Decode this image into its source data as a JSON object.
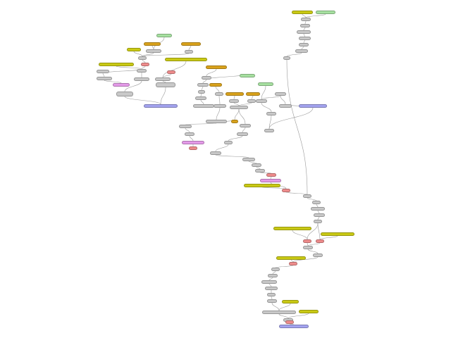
{
  "colors": {
    "gray": "#c8c8c8",
    "yellow": "#c9c914",
    "orange": "#d9a21c",
    "green": "#a6e0a0",
    "red": "#ee8c8c",
    "pink": "#e49ae8",
    "violet": "#a3a3ef"
  },
  "graph": {
    "nodes": [
      {
        "id": "n1",
        "color": "yellow",
        "label": ""
      },
      {
        "id": "n2",
        "color": "green",
        "label": ""
      },
      {
        "id": "n3",
        "color": "gray",
        "label": ""
      },
      {
        "id": "n4",
        "color": "gray",
        "label": ""
      },
      {
        "id": "n5",
        "color": "gray",
        "label": ""
      },
      {
        "id": "n6",
        "color": "gray",
        "label": ""
      },
      {
        "id": "n7",
        "color": "gray",
        "label": ""
      },
      {
        "id": "n8",
        "color": "gray",
        "label": ""
      },
      {
        "id": "n9",
        "color": "gray",
        "label": ""
      },
      {
        "id": "n10",
        "color": "green",
        "label": ""
      },
      {
        "id": "n11",
        "color": "orange",
        "label": ""
      },
      {
        "id": "n12",
        "color": "orange",
        "label": ""
      },
      {
        "id": "n13",
        "color": "yellow",
        "label": ""
      },
      {
        "id": "n14",
        "color": "gray",
        "label": ""
      },
      {
        "id": "n15",
        "color": "gray",
        "label": ""
      },
      {
        "id": "n16",
        "color": "gray",
        "label": ""
      },
      {
        "id": "n17",
        "color": "yellow",
        "label": ""
      },
      {
        "id": "n18",
        "color": "red",
        "label": ""
      },
      {
        "id": "n19",
        "color": "gray",
        "label": ""
      },
      {
        "id": "n20",
        "color": "gray",
        "label": ""
      },
      {
        "id": "n21",
        "color": "gray",
        "label": ""
      },
      {
        "id": "n22",
        "color": "pink",
        "label": ""
      },
      {
        "id": "n23",
        "color": "gray",
        "label": ""
      },
      {
        "id": "n24",
        "color": "gray",
        "label": ""
      },
      {
        "id": "n25",
        "color": "violet",
        "label": ""
      },
      {
        "id": "n26",
        "color": "yellow",
        "label": ""
      },
      {
        "id": "n27",
        "color": "red",
        "label": ""
      },
      {
        "id": "n28",
        "color": "gray",
        "label": ""
      },
      {
        "id": "n29",
        "color": "gray",
        "label": ""
      },
      {
        "id": "n30",
        "color": "green",
        "label": ""
      },
      {
        "id": "n31",
        "color": "orange",
        "label": ""
      },
      {
        "id": "n32",
        "color": "gray",
        "label": ""
      },
      {
        "id": "n33",
        "color": "gray",
        "label": ""
      },
      {
        "id": "n34",
        "color": "gray",
        "label": ""
      },
      {
        "id": "n35",
        "color": "gray",
        "label": ""
      },
      {
        "id": "n36",
        "color": "orange",
        "label": ""
      },
      {
        "id": "n37",
        "color": "orange",
        "label": ""
      },
      {
        "id": "n38",
        "color": "orange",
        "label": ""
      },
      {
        "id": "n39",
        "color": "gray",
        "label": ""
      },
      {
        "id": "n40",
        "color": "gray",
        "label": ""
      },
      {
        "id": "n41",
        "color": "gray",
        "label": ""
      },
      {
        "id": "n42",
        "color": "gray",
        "label": ""
      },
      {
        "id": "n43",
        "color": "gray",
        "label": ""
      },
      {
        "id": "n44",
        "color": "gray",
        "label": ""
      },
      {
        "id": "n45",
        "color": "orange",
        "label": ""
      },
      {
        "id": "n46",
        "color": "gray",
        "label": ""
      },
      {
        "id": "n47",
        "color": "gray",
        "label": ""
      },
      {
        "id": "n48",
        "color": "gray",
        "label": ""
      },
      {
        "id": "n49",
        "color": "pink",
        "label": ""
      },
      {
        "id": "n50",
        "color": "red",
        "label": ""
      },
      {
        "id": "n51",
        "color": "gray",
        "label": ""
      },
      {
        "id": "n52",
        "color": "gray",
        "label": ""
      },
      {
        "id": "n53",
        "color": "gray",
        "label": ""
      },
      {
        "id": "n54",
        "color": "gray",
        "label": ""
      },
      {
        "id": "n55",
        "color": "gray",
        "label": ""
      },
      {
        "id": "n56",
        "color": "gray",
        "label": ""
      },
      {
        "id": "n57",
        "color": "gray",
        "label": ""
      },
      {
        "id": "n58",
        "color": "red",
        "label": ""
      },
      {
        "id": "n59",
        "color": "pink",
        "label": ""
      },
      {
        "id": "n60",
        "color": "yellow",
        "label": ""
      },
      {
        "id": "n61",
        "color": "red",
        "label": ""
      },
      {
        "id": "n62",
        "color": "gray",
        "label": ""
      },
      {
        "id": "n63",
        "color": "gray",
        "label": ""
      },
      {
        "id": "n64",
        "color": "gray",
        "label": ""
      },
      {
        "id": "n65",
        "color": "gray",
        "label": ""
      },
      {
        "id": "n66",
        "color": "gray",
        "label": ""
      },
      {
        "id": "n67",
        "color": "yellow",
        "label": ""
      },
      {
        "id": "n68",
        "color": "yellow",
        "label": ""
      },
      {
        "id": "n69",
        "color": "red",
        "label": ""
      },
      {
        "id": "n70",
        "color": "red",
        "label": ""
      },
      {
        "id": "n71",
        "color": "gray",
        "label": ""
      },
      {
        "id": "n72",
        "color": "gray",
        "label": ""
      },
      {
        "id": "n73",
        "color": "yellow",
        "label": ""
      },
      {
        "id": "n74",
        "color": "red",
        "label": ""
      },
      {
        "id": "n75",
        "color": "gray",
        "label": ""
      },
      {
        "id": "n76",
        "color": "gray",
        "label": ""
      },
      {
        "id": "n77",
        "color": "gray",
        "label": ""
      },
      {
        "id": "n78",
        "color": "gray",
        "label": ""
      },
      {
        "id": "n79",
        "color": "gray",
        "label": ""
      },
      {
        "id": "n80",
        "color": "gray",
        "label": ""
      },
      {
        "id": "n81",
        "color": "yellow",
        "label": ""
      },
      {
        "id": "n82",
        "color": "gray",
        "label": ""
      },
      {
        "id": "n83",
        "color": "yellow",
        "label": ""
      },
      {
        "id": "n84",
        "color": "gray",
        "label": ""
      },
      {
        "id": "n85",
        "color": "red",
        "label": ""
      },
      {
        "id": "n86",
        "color": "violet",
        "label": ""
      },
      {
        "id": "n87",
        "color": "green",
        "label": ""
      },
      {
        "id": "n88",
        "color": "gray",
        "label": ""
      },
      {
        "id": "n89",
        "color": "gray",
        "label": ""
      },
      {
        "id": "n90",
        "color": "gray",
        "label": ""
      },
      {
        "id": "n91",
        "color": "violet",
        "label": ""
      },
      {
        "id": "n92",
        "color": "gray",
        "label": ""
      },
      {
        "id": "n93",
        "color": "gray",
        "label": ""
      }
    ],
    "edges": [
      [
        "n1",
        "n3"
      ],
      [
        "n2",
        "n3"
      ],
      [
        "n3",
        "n4"
      ],
      [
        "n4",
        "n5"
      ],
      [
        "n5",
        "n6"
      ],
      [
        "n6",
        "n7"
      ],
      [
        "n7",
        "n8"
      ],
      [
        "n8",
        "n9"
      ],
      [
        "n10",
        "n14"
      ],
      [
        "n11",
        "n14"
      ],
      [
        "n12",
        "n15"
      ],
      [
        "n13",
        "n16"
      ],
      [
        "n14",
        "n16"
      ],
      [
        "n15",
        "n16"
      ],
      [
        "n17",
        "n19"
      ],
      [
        "n16",
        "n18"
      ],
      [
        "n18",
        "n19"
      ],
      [
        "n19",
        "n20"
      ],
      [
        "n20",
        "n21"
      ],
      [
        "n21",
        "n22"
      ],
      [
        "n19",
        "n23"
      ],
      [
        "n23",
        "n24"
      ],
      [
        "n24",
        "n25"
      ],
      [
        "n26",
        "n28"
      ],
      [
        "n27",
        "n28"
      ],
      [
        "n28",
        "n29"
      ],
      [
        "n29",
        "n25"
      ],
      [
        "n30",
        "n32"
      ],
      [
        "n31",
        "n32"
      ],
      [
        "n32",
        "n33"
      ],
      [
        "n33",
        "n34"
      ],
      [
        "n34",
        "n35"
      ],
      [
        "n36",
        "n40"
      ],
      [
        "n37",
        "n41"
      ],
      [
        "n38",
        "n42"
      ],
      [
        "n35",
        "n39"
      ],
      [
        "n39",
        "n43"
      ],
      [
        "n40",
        "n43"
      ],
      [
        "n41",
        "n44"
      ],
      [
        "n42",
        "n44"
      ],
      [
        "n43",
        "n46"
      ],
      [
        "n44",
        "n45"
      ],
      [
        "n45",
        "n46"
      ],
      [
        "n46",
        "n47"
      ],
      [
        "n47",
        "n48"
      ],
      [
        "n48",
        "n49"
      ],
      [
        "n49",
        "n50"
      ],
      [
        "n44",
        "n51"
      ],
      [
        "n51",
        "n52"
      ],
      [
        "n52",
        "n53"
      ],
      [
        "n53",
        "n54"
      ],
      [
        "n54",
        "n55"
      ],
      [
        "n55",
        "n56"
      ],
      [
        "n56",
        "n57"
      ],
      [
        "n57",
        "n58"
      ],
      [
        "n58",
        "n59"
      ],
      [
        "n59",
        "n61"
      ],
      [
        "n60",
        "n61"
      ],
      [
        "n9",
        "n62"
      ],
      [
        "n61",
        "n62"
      ],
      [
        "n62",
        "n63"
      ],
      [
        "n63",
        "n64"
      ],
      [
        "n64",
        "n65"
      ],
      [
        "n65",
        "n66"
      ],
      [
        "n67",
        "n69"
      ],
      [
        "n68",
        "n70"
      ],
      [
        "n66",
        "n69"
      ],
      [
        "n66",
        "n70"
      ],
      [
        "n69",
        "n71"
      ],
      [
        "n70",
        "n71"
      ],
      [
        "n71",
        "n72"
      ],
      [
        "n73",
        "n74"
      ],
      [
        "n72",
        "n74"
      ],
      [
        "n74",
        "n75"
      ],
      [
        "n75",
        "n76"
      ],
      [
        "n76",
        "n77"
      ],
      [
        "n77",
        "n78"
      ],
      [
        "n78",
        "n79"
      ],
      [
        "n79",
        "n80"
      ],
      [
        "n81",
        "n82"
      ],
      [
        "n80",
        "n82"
      ],
      [
        "n82",
        "n84"
      ],
      [
        "n83",
        "n84"
      ],
      [
        "n84",
        "n85"
      ],
      [
        "n85",
        "n86"
      ],
      [
        "n87",
        "n88"
      ],
      [
        "n88",
        "n89"
      ],
      [
        "n89",
        "n90"
      ],
      [
        "n90",
        "n91"
      ],
      [
        "n88",
        "n92"
      ],
      [
        "n92",
        "n93"
      ],
      [
        "n93",
        "n91"
      ]
    ]
  }
}
